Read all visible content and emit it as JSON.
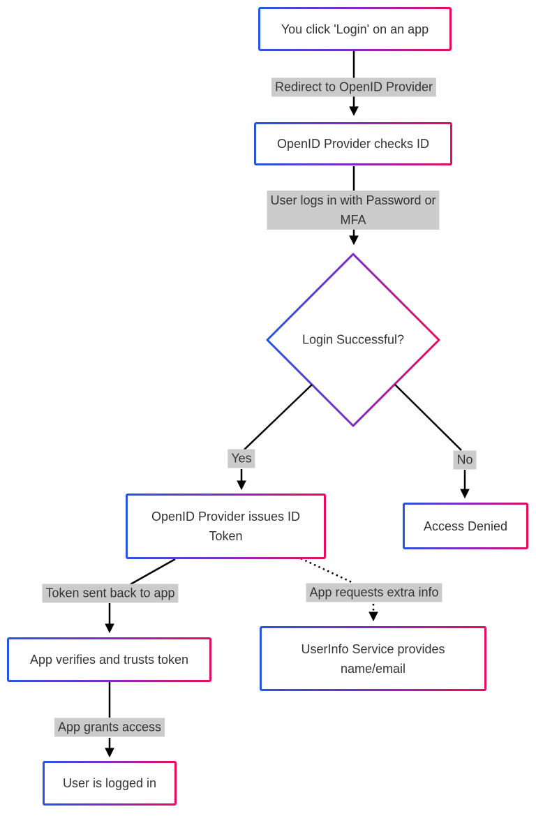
{
  "diagram_type": "flowchart",
  "colors": {
    "node_border_gradient_start": "#2456e3",
    "node_border_gradient_mid": "#8229c4",
    "node_border_gradient_end": "#e90c5e",
    "node_fill": "#ffffff",
    "edge_label_bg": "#cbcbcb",
    "text": "#333333",
    "edge_line": "#000000"
  },
  "nodes": {
    "click_login": {
      "shape": "rect",
      "label": "You click 'Login' on an app"
    },
    "provider_checks": {
      "shape": "rect",
      "label": "OpenID Provider checks ID"
    },
    "login_successful": {
      "shape": "diamond",
      "label": "Login Successful?"
    },
    "issues_token": {
      "shape": "rect",
      "label_lines": [
        "OpenID Provider issues ID",
        "Token"
      ]
    },
    "access_denied": {
      "shape": "rect",
      "label": "Access Denied"
    },
    "app_verifies": {
      "shape": "rect",
      "label": "App verifies and trusts token"
    },
    "userinfo": {
      "shape": "rect",
      "label_lines": [
        "UserInfo Service provides",
        "name/email"
      ]
    },
    "logged_in": {
      "shape": "rect",
      "label": "User is logged in"
    }
  },
  "edges": [
    {
      "from": "click_login",
      "to": "provider_checks",
      "style": "solid",
      "label": "Redirect to OpenID Provider"
    },
    {
      "from": "provider_checks",
      "to": "login_successful",
      "style": "solid",
      "label_lines": [
        "User logs in with Password or",
        "MFA"
      ]
    },
    {
      "from": "login_successful",
      "to": "issues_token",
      "style": "solid",
      "label": "Yes"
    },
    {
      "from": "login_successful",
      "to": "access_denied",
      "style": "solid",
      "label": "No"
    },
    {
      "from": "issues_token",
      "to": "app_verifies",
      "style": "solid",
      "label": "Token sent back to app"
    },
    {
      "from": "issues_token",
      "to": "userinfo",
      "style": "dotted",
      "label": "App requests extra info"
    },
    {
      "from": "app_verifies",
      "to": "logged_in",
      "style": "solid",
      "label": "App grants access"
    }
  ]
}
